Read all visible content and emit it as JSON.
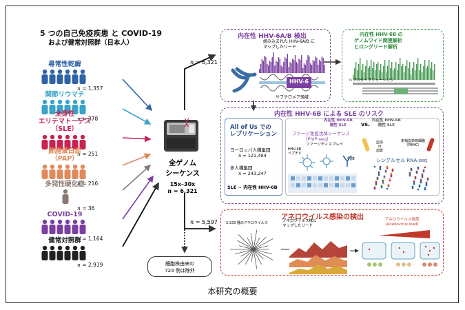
{
  "header": {
    "line1": "5 つの自己免疫疾患 と COVID-19",
    "line2": "および健常対照群（日本人）"
  },
  "groups": [
    {
      "label": "尋常性乾癬",
      "n": "= 1,357",
      "color": "#2f63a8"
    },
    {
      "label": "関節リウマチ",
      "n": "= 378",
      "color": "#3aa3c9"
    },
    {
      "label": "全身性\nエリテマトーデス\n（SLE）",
      "n": "= 251",
      "color": "#c72452"
    },
    {
      "label": "肺胞蛋白症\n（PAP）",
      "n": "= 216",
      "color": "#e0895a"
    },
    {
      "label": "多発性硬化症",
      "n": "= 36",
      "color": "#8a7a72"
    },
    {
      "label": "COVID-19",
      "n": "= 1,164",
      "color": "#7b3fa0"
    },
    {
      "label": "健常対照群",
      "n": "= 2,919",
      "color": "#222222"
    }
  ],
  "wgs": {
    "title1": "全ゲノム",
    "title2": "シーケンス",
    "depth": "15x–30x",
    "n": "= 6,321"
  },
  "flows": {
    "n_top": "= 6,321",
    "n_mid": "= 5,597",
    "excluded": "細胞株由来の\n724 例は除外"
  },
  "panel_hhv6": {
    "title": "内在性 HHV-6A/B 検出",
    "reads_label": "組み込まれた HHV-6A/B に\nマップしたリード",
    "gene_label": "HHV-6",
    "telomere_label": "サブテロメア領域"
  },
  "panel_gwas": {
    "title1": "内在性 HHV-6B の",
    "title2": "ゲノムワイド関連解析",
    "title3": "とロングリード解析",
    "phasing": "ハプロタイプフェージング"
  },
  "panel_sle": {
    "title": "内在性 HHV-6B による SLE のリスク",
    "allofus_title": "All of Us での\nレプリケーション",
    "eur_label": "ヨーロッパ人種集団",
    "eur_n": "= 121,494",
    "multi_label": "多人種集団",
    "multi_n": "= 243,247",
    "result": "SLE ~ 内在性 HHV-6B",
    "pos_label": "内在性 HHV-6B\n陽性 SLE",
    "vs": "vs.",
    "neg_label": "内在性 HHV-6B\n陰性 SLE",
    "phip_title": "ファージ免疫沈降シーケンス",
    "phip_sub": "（PhIP-seq）",
    "phage_display": "ファージディスプレイ",
    "peptide": "HHV-6B\nペプチド",
    "antibody": "抗体",
    "serum": "血清\nor\n血漿",
    "pbmc": "末梢血単核細胞\n（PBMC）",
    "scrna": "シングルセル RNA-seq"
  },
  "panel_anello": {
    "title": "アネロウイルス感染の検出",
    "species": "3,333 種のアネロウイルス",
    "reads": "アネロウイルス株に\nマップしたリード",
    "load": "アネロウイルス負荷\n（Anellovirus load）"
  },
  "caption": "本研究の概要"
}
